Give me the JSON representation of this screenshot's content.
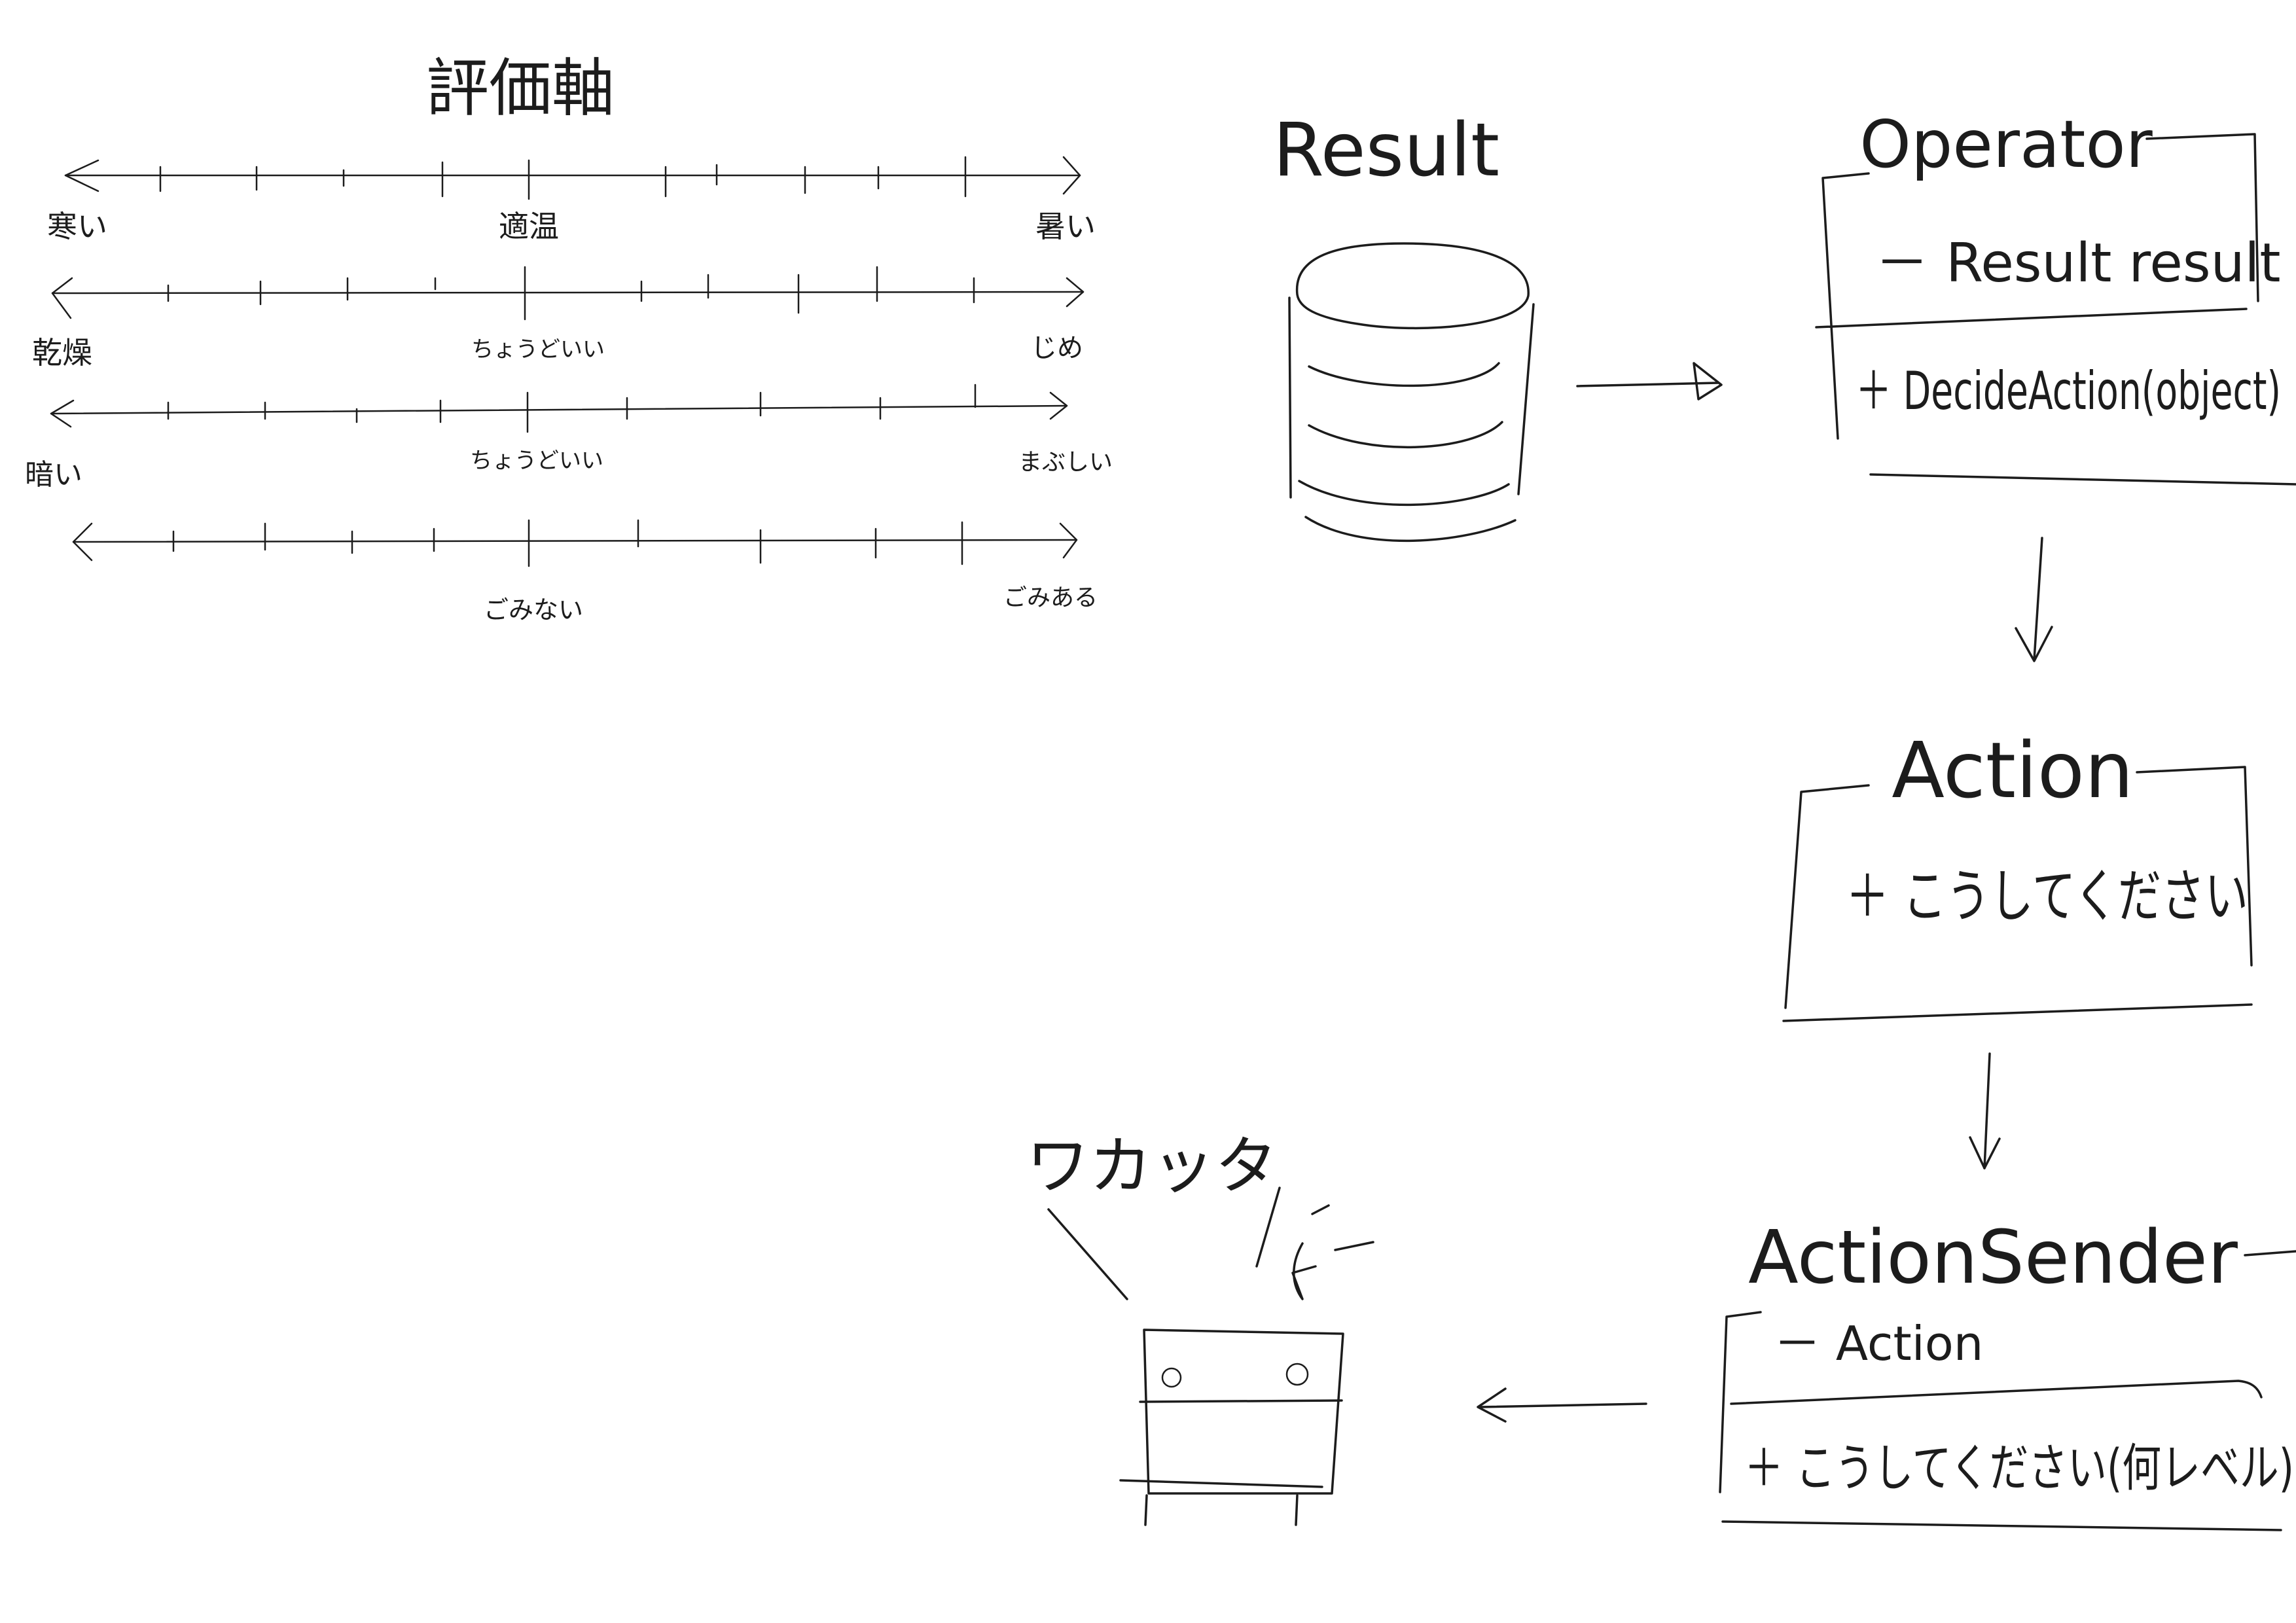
{
  "axes": {
    "title": "評価軸",
    "rows": [
      {
        "left": "寒い",
        "center": "適温",
        "right": "暑い"
      },
      {
        "left": "乾燥",
        "center": "ちょうどいい",
        "right": "じめ"
      },
      {
        "left": "暗い",
        "center": "ちょうどいい",
        "right": "まぶしい"
      },
      {
        "left": "",
        "center": "ごみない",
        "right": "ごみある"
      }
    ]
  },
  "result": {
    "label": "Result",
    "icon": "database-icon"
  },
  "operator": {
    "name": "Operator",
    "field": "－ Result result",
    "method": "＋ DecideAction(object)"
  },
  "action": {
    "name": "Action",
    "method": "＋ こうしてください"
  },
  "sender": {
    "name": "ActionSender",
    "field": "－ Action",
    "method": "＋ こうしてください(何レベル)"
  },
  "robot": {
    "speech": "ワカッタ",
    "icon": "robot-icon"
  }
}
